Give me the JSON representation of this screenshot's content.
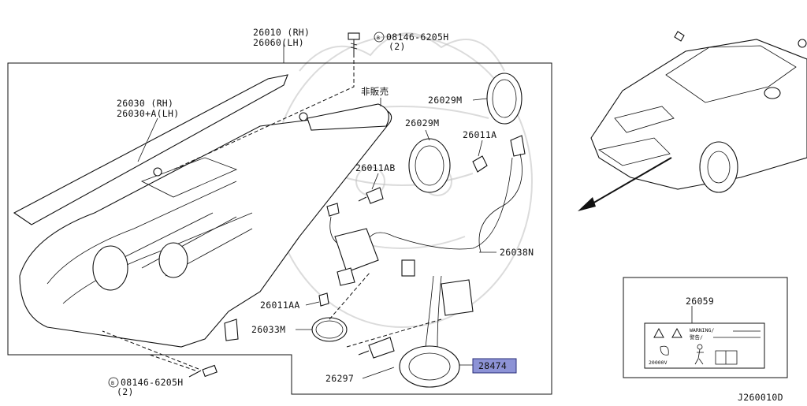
{
  "diagram": {
    "id_code": "J260010D",
    "labels": {
      "p26010_rh": "26010 (RH)",
      "p26060_lh": "26060(LH)",
      "p26030_rh": "26030  (RH)",
      "p26030a_lh": "26030+A(LH)",
      "bolt_top": "08146-6205H",
      "bolt_top_qty": "(2)",
      "bolt_bottom": "08146-6205H",
      "bolt_bottom_qty": "(2)",
      "bolt_symbol": "B",
      "not_sold": "非販売",
      "p26029m_a": "26029M",
      "p26029m_b": "26029M",
      "p26011a": "26011A",
      "p26011ab": "26011AB",
      "p26038n": "26038N",
      "p26011aa": "26011AA",
      "p26033m": "26033M",
      "p26297": "26297",
      "p28474": "28474",
      "p26059": "26059"
    },
    "warning_label": {
      "heading": "WARNING/",
      "heading_jp": "警告/",
      "voltage": "20000V"
    },
    "highlight_color": "#8d93d6"
  }
}
